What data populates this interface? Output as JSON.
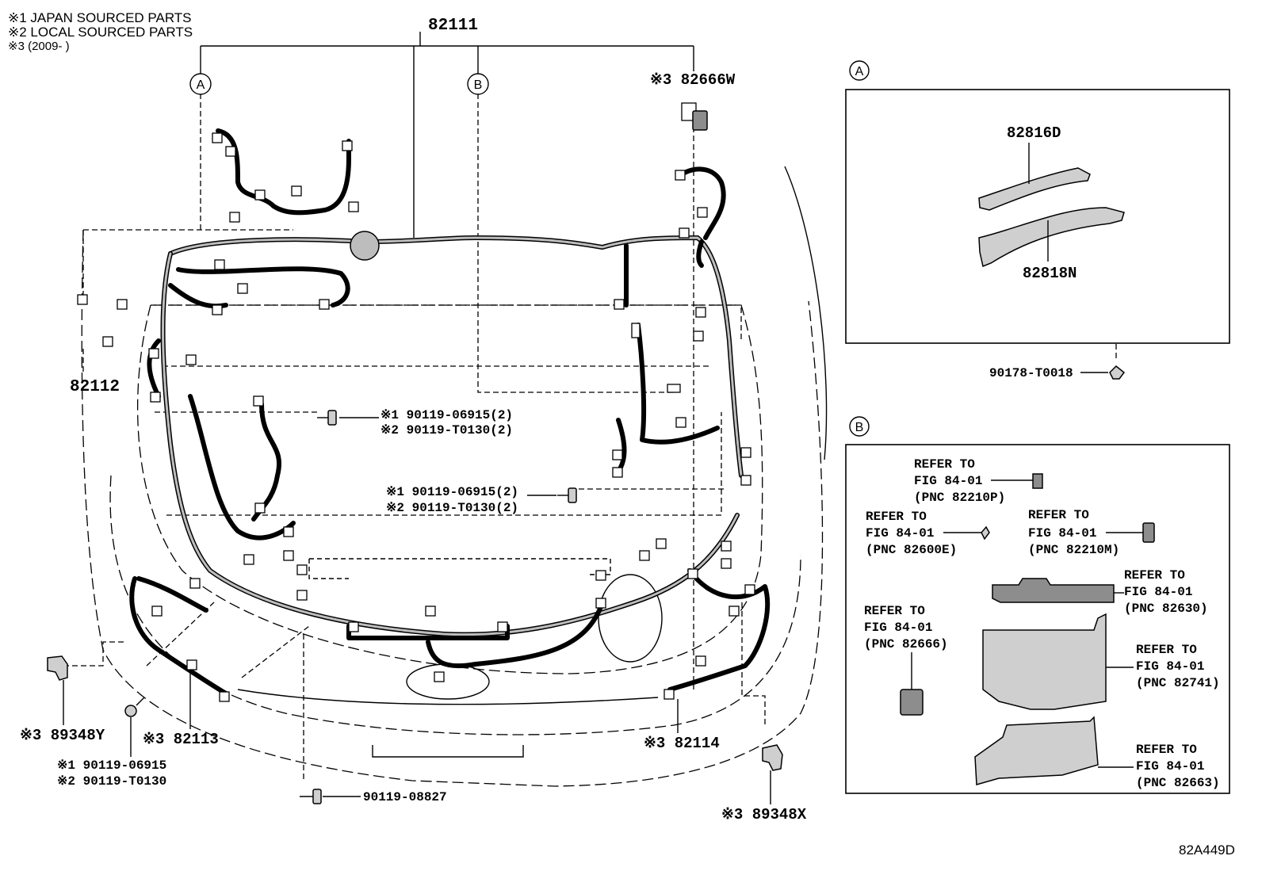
{
  "notes": [
    "※1 JAPAN SOURCED PARTS",
    "※2 LOCAL SOURCED PARTS",
    "※3 (2009-        )"
  ],
  "callout_letters": {
    "a": "A",
    "b": "B"
  },
  "part_labels": {
    "p82111": "82111",
    "p82666w": "※3 82666W",
    "p82112": "82112",
    "bolt_mid_1": "※1 90119-06915(2)",
    "bolt_mid_2": "※2 90119-T0130(2)",
    "bolt_right_1": "※1 90119-06915(2)",
    "bolt_right_2": "※2 90119-T0130(2)",
    "p89348y": "※3 89348Y",
    "p82113": "※3 82113",
    "bolt_low_1": "※1 90119-06915",
    "bolt_low_2": "※2 90119-T0130",
    "p90119_08827": "90119-08827",
    "p82114": "※3 82114",
    "p89348x": "※3 89348X"
  },
  "detail_a": {
    "letter": "A",
    "p82816d": "82816D",
    "p82818n": "82818N",
    "p90178": "90178-T0018"
  },
  "detail_b": {
    "letter": "B",
    "refs": [
      {
        "line1": "REFER TO",
        "line2": "FIG 84-01",
        "line3": "(PNC 82210P)"
      },
      {
        "line1": "REFER TO",
        "line2": "FIG 84-01",
        "line3": "(PNC 82600E)"
      },
      {
        "line1": "REFER TO",
        "line2": "FIG 84-01",
        "line3": "(PNC 82210M)"
      },
      {
        "line1": "REFER TO",
        "line2": "FIG 84-01",
        "line3": "(PNC 82630)"
      },
      {
        "line1": "REFER TO",
        "line2": "FIG 84-01",
        "line3": "(PNC 82666)"
      },
      {
        "line1": "REFER TO",
        "line2": "FIG 84-01",
        "line3": "(PNC 82741)"
      },
      {
        "line1": "REFER TO",
        "line2": "FIG 84-01",
        "line3": "(PNC 82663)"
      }
    ]
  },
  "figure_code": "82A449D"
}
